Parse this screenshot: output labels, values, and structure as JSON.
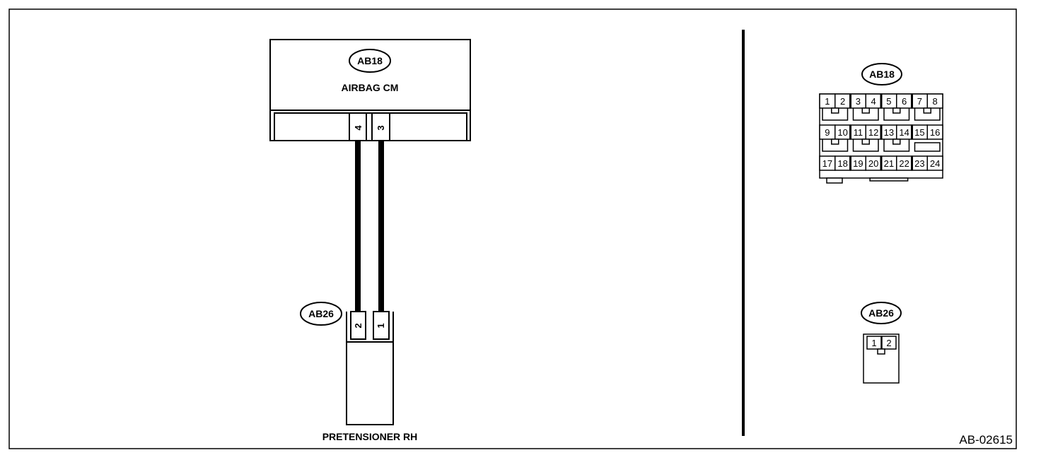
{
  "control_module": {
    "connector_tag": "AB18",
    "name": "AIRBAG CM",
    "pins": [
      "4",
      "3"
    ]
  },
  "pretensioner": {
    "connector_tag": "AB26",
    "name": "PRETENSIONER RH",
    "pins": [
      "2",
      "1"
    ]
  },
  "connector_views": {
    "ab18": {
      "tag": "AB18",
      "rows": [
        [
          "1",
          "2",
          "3",
          "4",
          "5",
          "6",
          "7",
          "8"
        ],
        [
          "9",
          "10",
          "11",
          "12",
          "13",
          "14",
          "15",
          "16"
        ],
        [
          "17",
          "18",
          "19",
          "20",
          "21",
          "22",
          "23",
          "24"
        ]
      ]
    },
    "ab26": {
      "tag": "AB26",
      "pins": [
        "1",
        "2"
      ]
    }
  },
  "figure_code": "AB-02615"
}
